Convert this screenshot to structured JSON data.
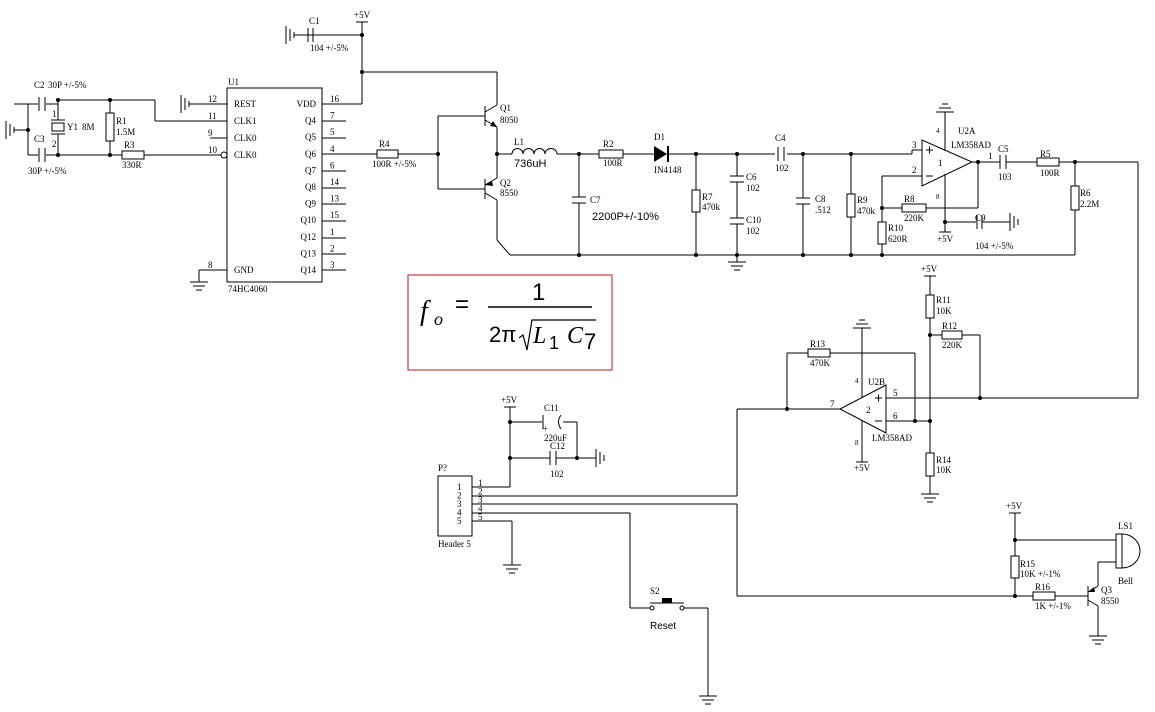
{
  "colors": {
    "wire": "#000000",
    "formula_border": "#c0181f",
    "background": "#ffffff"
  },
  "power": {
    "vcc": "+5V"
  },
  "u1": {
    "ref": "U1",
    "type": "74HC4060",
    "left_pins": [
      {
        "num": "12",
        "name": "REST"
      },
      {
        "num": "11",
        "name": "CLK1"
      },
      {
        "num": "9",
        "name": "CLK0"
      },
      {
        "num": "10",
        "name": "CLK0"
      },
      {
        "num": "8",
        "name": "GND"
      }
    ],
    "right_pins": [
      {
        "num": "16",
        "name": "VDD"
      },
      {
        "num": "7",
        "name": "Q4"
      },
      {
        "num": "5",
        "name": "Q5"
      },
      {
        "num": "4",
        "name": "Q6"
      },
      {
        "num": "6",
        "name": "Q7"
      },
      {
        "num": "14",
        "name": "Q8"
      },
      {
        "num": "13",
        "name": "Q9"
      },
      {
        "num": "15",
        "name": "Q10"
      },
      {
        "num": "1",
        "name": "Q12"
      },
      {
        "num": "2",
        "name": "Q13"
      },
      {
        "num": "3",
        "name": "Q14"
      }
    ]
  },
  "parts": {
    "c1_ref": "C1",
    "c1_val": "104 +/-5%",
    "c2_ref": "C2",
    "c2_val": "30P +/-5%",
    "c3_ref": "C3",
    "c3_val": "30P +/-5%",
    "y1_ref": "Y1",
    "y1_val": "8M",
    "r1_ref": "R1",
    "r1_val": "1.5M",
    "r3_ref": "R3",
    "r3_val": "330R",
    "r4_ref": "R4",
    "r4_val": "100R +/-5%",
    "q1_ref": "Q1",
    "q1_val": "8050",
    "q2_ref": "Q2",
    "q2_val": "8550",
    "l1_ref": "L1",
    "l1_val": "736uH",
    "c7_ref": "C7",
    "c7_val": "2200P+/-10%",
    "r2_ref": "R2",
    "r2_val": "100R",
    "d1_ref": "D1",
    "d1_val": "IN4148",
    "r7_ref": "R7",
    "r7_val": "470k",
    "c6_ref": "C6",
    "c6_val": "102",
    "c10_ref": "C10",
    "c10_val": "102",
    "c4_ref": "C4",
    "c4_val": "102",
    "c8_ref": "C8",
    "c8_val": ".512",
    "r9_ref": "R9",
    "r9_val": "470k",
    "r10_ref": "R10",
    "r10_val": "620R",
    "r8_ref": "R8",
    "r8_val": "220K",
    "c9_ref": "C9",
    "c9_val": "104 +/-5%",
    "c5_ref": "C5",
    "c5_val": "103",
    "r5_ref": "R5",
    "r5_val": "100R",
    "r6_ref": "R6",
    "r6_val": "2.2M",
    "r11_ref": "R11",
    "r11_val": "10K",
    "r12_ref": "R12",
    "r12_val": "220K",
    "r13_ref": "R13",
    "r13_val": "470K",
    "r14_ref": "R14",
    "r14_val": "10K",
    "c11_ref": "C11",
    "c11_val": "220uF",
    "c12_ref": "C12",
    "c12_val": "102",
    "p7_ref": "P?",
    "p7_val": "Header 5",
    "p7_pins": [
      "1",
      "2",
      "3",
      "4",
      "5"
    ],
    "s2_ref": "S2",
    "s2_val": "Reset",
    "r15_ref": "R15",
    "r15_val": "10K +/-1%",
    "r16_ref": "R16",
    "r16_val": "1K +/-1%",
    "q3_ref": "Q3",
    "q3_val": "8550",
    "ls1_ref": "LS1",
    "ls1_val": "Bell"
  },
  "u2a": {
    "ref": "U2A",
    "type": "LM358AD",
    "pin_plus": "3",
    "pin_minus": "2",
    "pin_out": "1",
    "pin_v": "4",
    "pin_g": "8",
    "unit": "1"
  },
  "u2b": {
    "ref": "U2B",
    "type": "LM358AD",
    "pin_plus": "5",
    "pin_minus": "6",
    "pin_out": "7",
    "pin_v": "4",
    "pin_g": "8",
    "unit": "2"
  },
  "formula": {
    "lhs_f": "f",
    "lhs_sub": "o",
    "eq": "=",
    "numerator": "1",
    "den_pre": "2π",
    "den_l": "L",
    "den_l_sub": "1",
    "den_c": "C",
    "den_c_sub": "7"
  }
}
